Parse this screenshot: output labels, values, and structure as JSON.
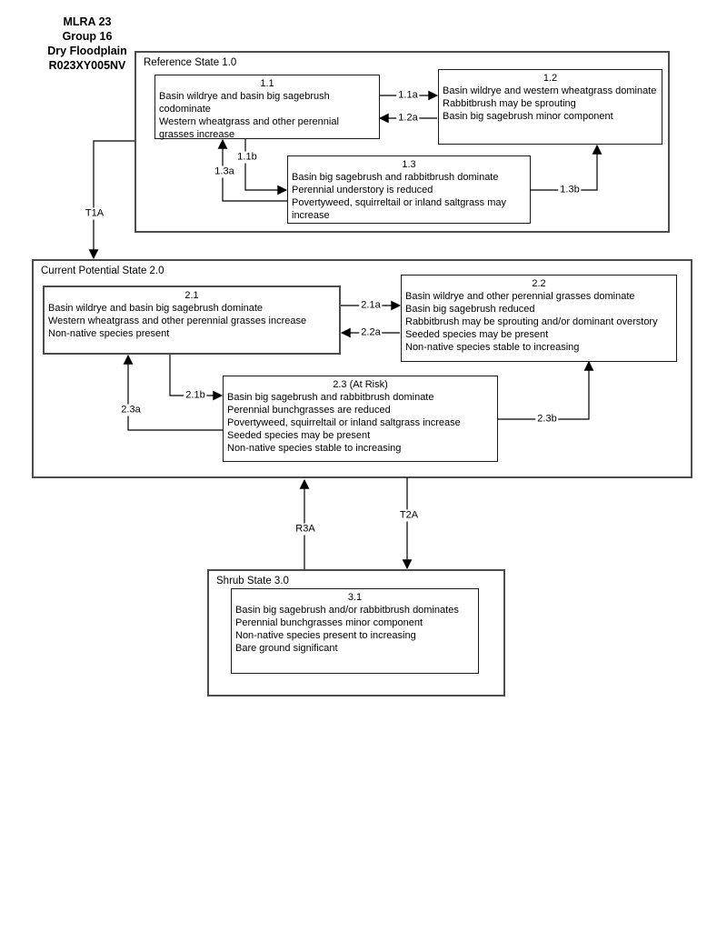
{
  "header": {
    "lines": [
      "MLRA 23",
      "Group 16",
      "Dry Floodplain",
      "R023XY005NV"
    ]
  },
  "states": {
    "reference": {
      "label": "Reference State 1.0",
      "communities": [
        {
          "id": "1.1",
          "lines": [
            "Basin wildrye and basin big sagebrush codominate",
            "Western wheatgrass and other perennial grasses increase"
          ]
        },
        {
          "id": "1.2",
          "lines": [
            "Basin wildrye and western wheatgrass dominate",
            "Rabbitbrush may be sprouting",
            "Basin big sagebrush minor component"
          ]
        },
        {
          "id": "1.3",
          "lines": [
            "Basin big sagebrush and rabbitbrush dominate",
            "Perennial understory is reduced",
            "Povertyweed, squirreltail or inland saltgrass may increase"
          ]
        }
      ],
      "pathways": {
        "p11a": "1.1a",
        "p12a": "1.2a",
        "p11b": "1.1b",
        "p13a": "1.3a",
        "p13b": "1.3b"
      }
    },
    "current_potential": {
      "label": "Current Potential State 2.0",
      "communities": [
        {
          "id": "2.1",
          "lines": [
            "Basin wildrye and basin big sagebrush dominate",
            "Western wheatgrass and other perennial grasses increase",
            "Non-native species present"
          ]
        },
        {
          "id": "2.2",
          "lines": [
            "Basin wildrye and other perennial grasses dominate",
            "Basin big sagebrush reduced",
            "Rabbitbrush may be sprouting and/or dominant overstory",
            "Seeded species may be present",
            "Non-native species stable to increasing"
          ]
        },
        {
          "id": "2.3 (At Risk)",
          "lines": [
            "Basin big sagebrush and rabbitbrush dominate",
            "Perennial bunchgrasses are reduced",
            "Povertyweed, squirreltail or inland saltgrass increase",
            "Seeded species may be present",
            "Non-native species stable to increasing"
          ]
        }
      ],
      "pathways": {
        "p21a": "2.1a",
        "p22a": "2.2a",
        "p21b": "2.1b",
        "p23a": "2.3a",
        "p23b": "2.3b"
      }
    },
    "shrub": {
      "label": "Shrub State 3.0",
      "communities": [
        {
          "id": "3.1",
          "lines": [
            "Basin big sagebrush and/or rabbitbrush dominates",
            "Perennial bunchgrasses minor component",
            "Non-native species present to increasing",
            "Bare ground significant"
          ]
        }
      ]
    }
  },
  "transitions": {
    "t1a": "T1A",
    "t2a": "T2A",
    "r3a": "R3A"
  },
  "colors": {
    "state_border": "#4d4d4d",
    "community_border": "#1a1a1a",
    "arrow": "#000000",
    "text": "#000000",
    "background": "#ffffff"
  }
}
